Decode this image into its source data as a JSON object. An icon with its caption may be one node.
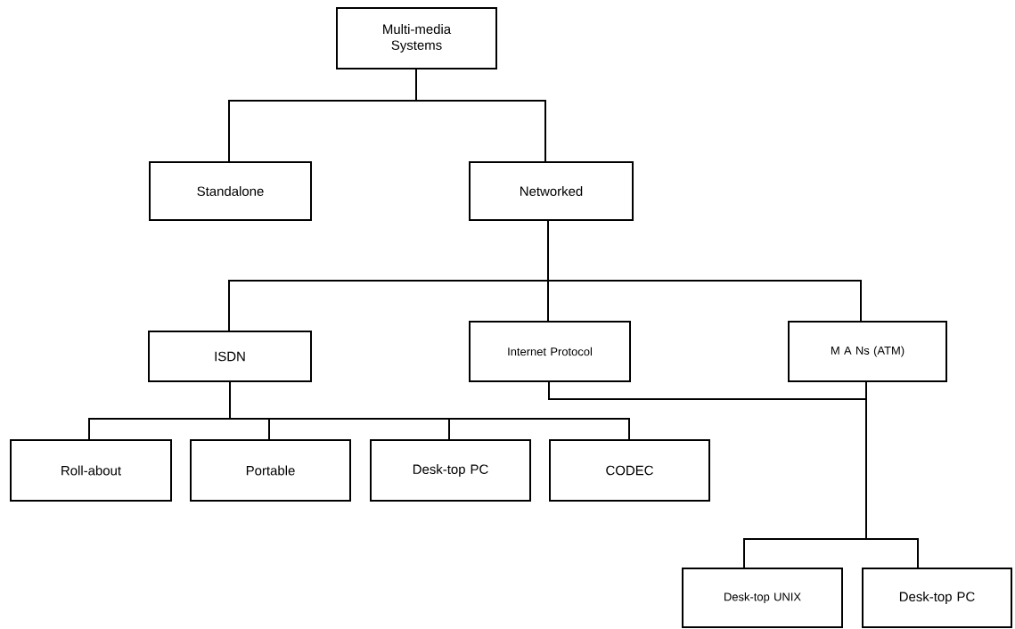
{
  "diagram": {
    "nodes": [
      {
        "text": [
          "Multi-media Systems"
        ]
      },
      {
        "text": [
          "Standalone"
        ]
      },
      {
        "text": [
          "Networked"
        ]
      },
      {
        "text": [
          "ISDN"
        ]
      },
      {
        "text": [
          "Internet Protocol"
        ]
      },
      {
        "text": [
          "M A Ns (ATM)"
        ]
      },
      {
        "text": [
          "Roll-about"
        ]
      },
      {
        "text": [
          "Portable"
        ]
      },
      {
        "text": [
          "Desk-top PC"
        ]
      },
      {
        "text": [
          "CODEC"
        ]
      },
      {
        "text": [
          "Desk-top UNIX"
        ]
      },
      {
        "text": [
          "Desk-top PC"
        ]
      }
    ],
    "edges": [
      {
        "from": 0,
        "to": 1,
        "arrow": "none"
      },
      {
        "from": 0,
        "to": 2,
        "arrow": "none"
      },
      {
        "from": 2,
        "to": 3,
        "arrow": "none"
      },
      {
        "from": 2,
        "to": 4,
        "arrow": "none"
      },
      {
        "from": 2,
        "to": 5,
        "arrow": "none"
      },
      {
        "from": 3,
        "to": 6,
        "arrow": "none"
      },
      {
        "from": 3,
        "to": 7,
        "arrow": "none"
      },
      {
        "from": 3,
        "to": 8,
        "arrow": "none"
      },
      {
        "from": 3,
        "to": 9,
        "arrow": "none"
      },
      {
        "from": 5,
        "to": 10,
        "arrow": "none"
      },
      {
        "from": 5,
        "to": 11,
        "arrow": "none"
      },
      {
        "from": 4,
        "to": 10,
        "arrow": "none"
      },
      {
        "from": 4,
        "to": 11,
        "arrow": "none"
      }
    ]
  }
}
